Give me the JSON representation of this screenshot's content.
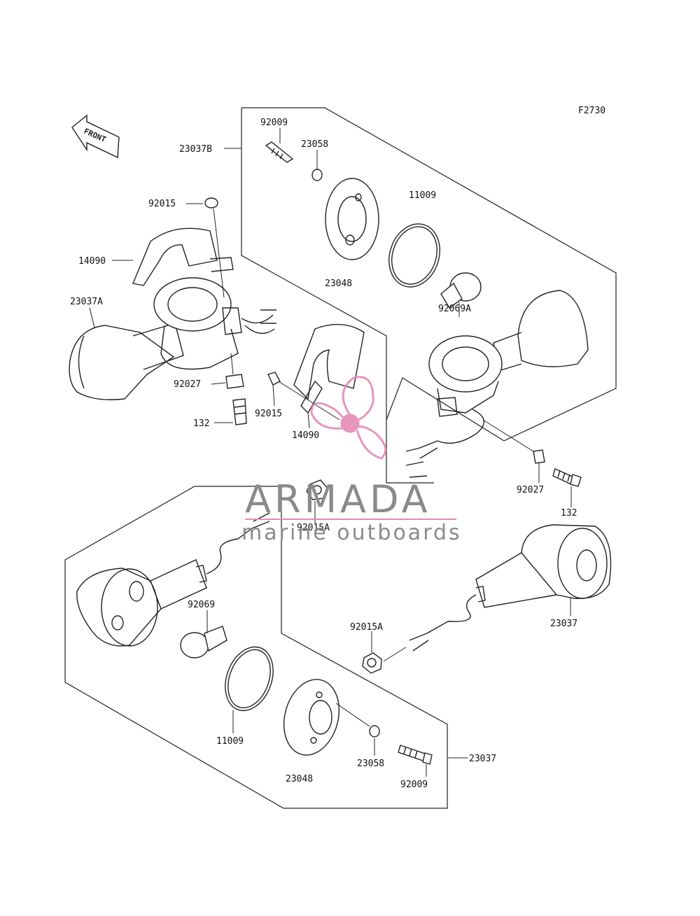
{
  "figure_code": "F2730",
  "front_arrow": "FRONT",
  "watermark": {
    "brand": "ARMADA",
    "tagline": "marine outboards",
    "accent_color": "#e48bb5",
    "text_color": "#8a8a8a"
  },
  "labels": {
    "top_92009": "92009",
    "top_23058": "23058",
    "top_11009": "11009",
    "top_23048": "23048",
    "top_23037B": "23037B",
    "left_92015": "92015",
    "left_14090": "14090",
    "left_23037A": "23037A",
    "left_92027": "92027",
    "left_132": "132",
    "mid_92015": "92015",
    "mid_14090": "14090",
    "right_92069A": "92069A",
    "right_92027": "92027",
    "right_132": "132",
    "mid_92015A": "92015A",
    "right_23037": "23037",
    "bottom_92015A": "92015A",
    "bottom_92069": "92069",
    "bottom_11009": "11009",
    "bottom_23048": "23048",
    "bottom_23058": "23058",
    "bottom_92009": "92009",
    "bottom_23037": "23037"
  }
}
